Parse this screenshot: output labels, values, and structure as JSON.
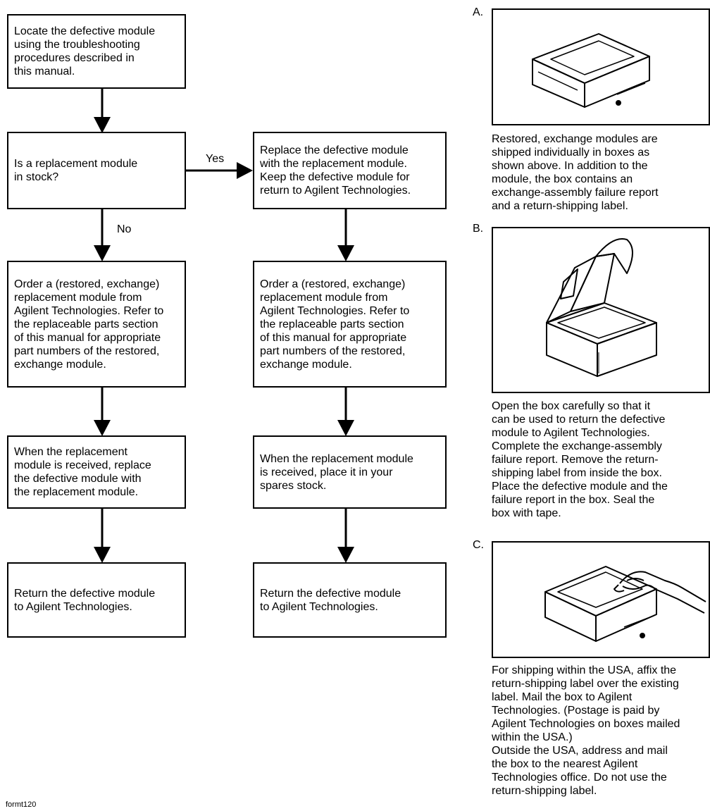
{
  "flowchart": {
    "locate": "Locate the defective module\nusing the troubleshooting\nprocedures described in\nthis manual.",
    "question": "Is a replacement module\nin stock?",
    "yes_label": "Yes",
    "no_label": "No",
    "replace_now": "Replace the defective module\nwith the replacement module.\nKeep the defective module for\nreturn to Agilent Technologies.",
    "order_left": "Order a (restored, exchange)\nreplacement module from\nAgilent Technologies.  Refer to\nthe replaceable parts section\nof this manual for appropriate\npart numbers of the restored,\nexchange module.",
    "order_right": "Order a (restored, exchange)\nreplacement module from\nAgilent Technologies.  Refer to\nthe replaceable parts section\nof this manual for appropriate\npart numbers of the restored,\nexchange module.",
    "received_left": "When the replacement\nmodule is received, replace\nthe defective module with\nthe replacement module.",
    "received_right": "When the replacement module\nis received, place it in your\nspares stock.",
    "return_left": "Return the defective module\nto Agilent Technologies.",
    "return_right": "Return the defective module\nto Agilent Technologies."
  },
  "panels": [
    {
      "letter": "A.",
      "caption": "Restored, exchange modules are\nshipped individually in boxes as\nshown above.  In addition to the\nmodule, the box contains an\nexchange-assembly failure report\nand a return-shipping label."
    },
    {
      "letter": "B.",
      "caption": "Open the box carefully so that it\ncan be used to return the defective\nmodule to Agilent Technologies.\nComplete the exchange-assembly\nfailure report.  Remove the return-\nshipping label from inside the box.\nPlace the defective module and the\nfailure report in the box.  Seal the\nbox with tape."
    },
    {
      "letter": "C.",
      "caption": "For shipping within the USA, affix the\nreturn-shipping label over the existing\nlabel.  Mail the box to Agilent\nTechnologies.  (Postage is paid by\nAgilent Technologies on boxes mailed\nwithin the USA.)\nOutside the USA, address and mail\nthe box to the nearest Agilent\nTechnologies office.  Do not use the\nreturn-shipping label."
    }
  ],
  "footer": {
    "code": "formt120"
  },
  "icons": {
    "panel_a": "closed-box-icon",
    "panel_b": "open-box-icon",
    "panel_c": "hand-taping-box-icon"
  }
}
